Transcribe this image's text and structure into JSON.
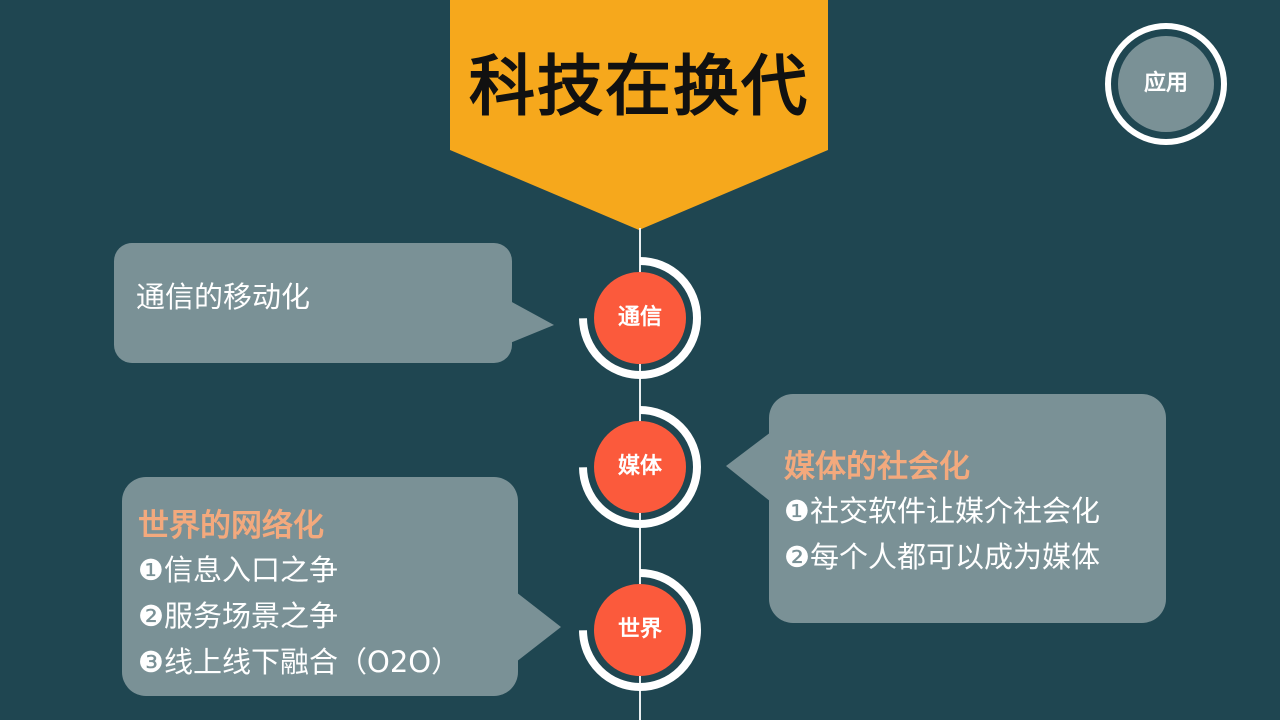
{
  "title": "科技在换代",
  "badge": "应用",
  "colors": {
    "background": "#1f4651",
    "banner": "#f6a81c",
    "node_fill": "#fb5a3c",
    "callout_fill": "#7a9196",
    "callout_title": "#f3a97d",
    "badge_fill": "#7a9196"
  },
  "nodes": [
    {
      "label": "通信"
    },
    {
      "label": "媒体"
    },
    {
      "label": "世界"
    }
  ],
  "callouts": {
    "communication": {
      "text": "通信的移动化"
    },
    "media": {
      "title": "媒体的社会化",
      "items": [
        "❶社交软件让媒介社会化",
        "❷每个人都可以成为媒体"
      ]
    },
    "world": {
      "title": "世界的网络化",
      "items": [
        "❶信息入口之争",
        "❷服务场景之争",
        "❸线上线下融合（O2O）"
      ]
    }
  }
}
